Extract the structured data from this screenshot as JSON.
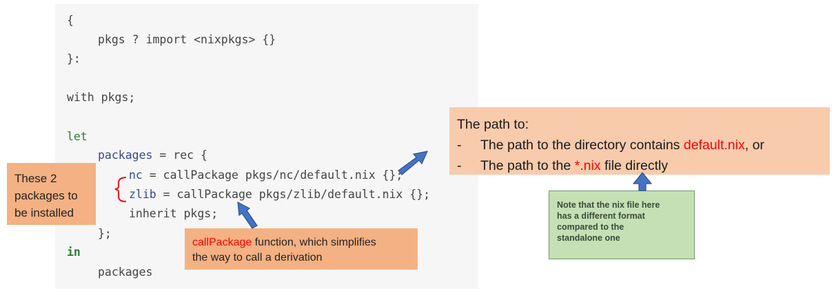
{
  "code": {
    "open_brace": "{",
    "pkgs_param": "pkgs ? import <nixpkgs> {}",
    "close_brace": "}:",
    "with_kw": "with pkgs;",
    "let_kw": "let",
    "packages_name": "packages",
    "packages_rest": " = rec {",
    "nc_name": "nc",
    "nc_rest": " = callPackage pkgs/nc/default.nix {};",
    "zlib_name": "zlib",
    "zlib_rest": " = callPackage pkgs/zlib/default.nix {};",
    "inherit_line": "inherit pkgs;",
    "end_rec": "};",
    "in_kw": "in",
    "packages_ret": "packages"
  },
  "callouts": {
    "installed_note": "These 2\npackages to\nbe installed",
    "callpackage_highlight": "callPackage",
    "callpackage_rest": " function, which simplifies",
    "callpackage_line2": "the way to call a derivation"
  },
  "path_box": {
    "title": "The path to:",
    "bullet_dash": "-",
    "item1_text": "The path to the directory contains ",
    "item1_red": "default.nix",
    "item1_tail": ", or",
    "item2_text": "The path to the ",
    "item2_red": "*.nix",
    "item2_tail": " file directly"
  },
  "note_box": {
    "text": "Note that the nix file here\nhas a different format\ncompared to the\nstandalone one"
  },
  "colors": {
    "callout_orange": "#f4b183",
    "path_box_peach": "#f8cbad",
    "note_green": "#c5e0b4",
    "arrow_blue": "#4472c4",
    "brace_red": "#ff0000",
    "highlight_red": "#ff0000"
  }
}
